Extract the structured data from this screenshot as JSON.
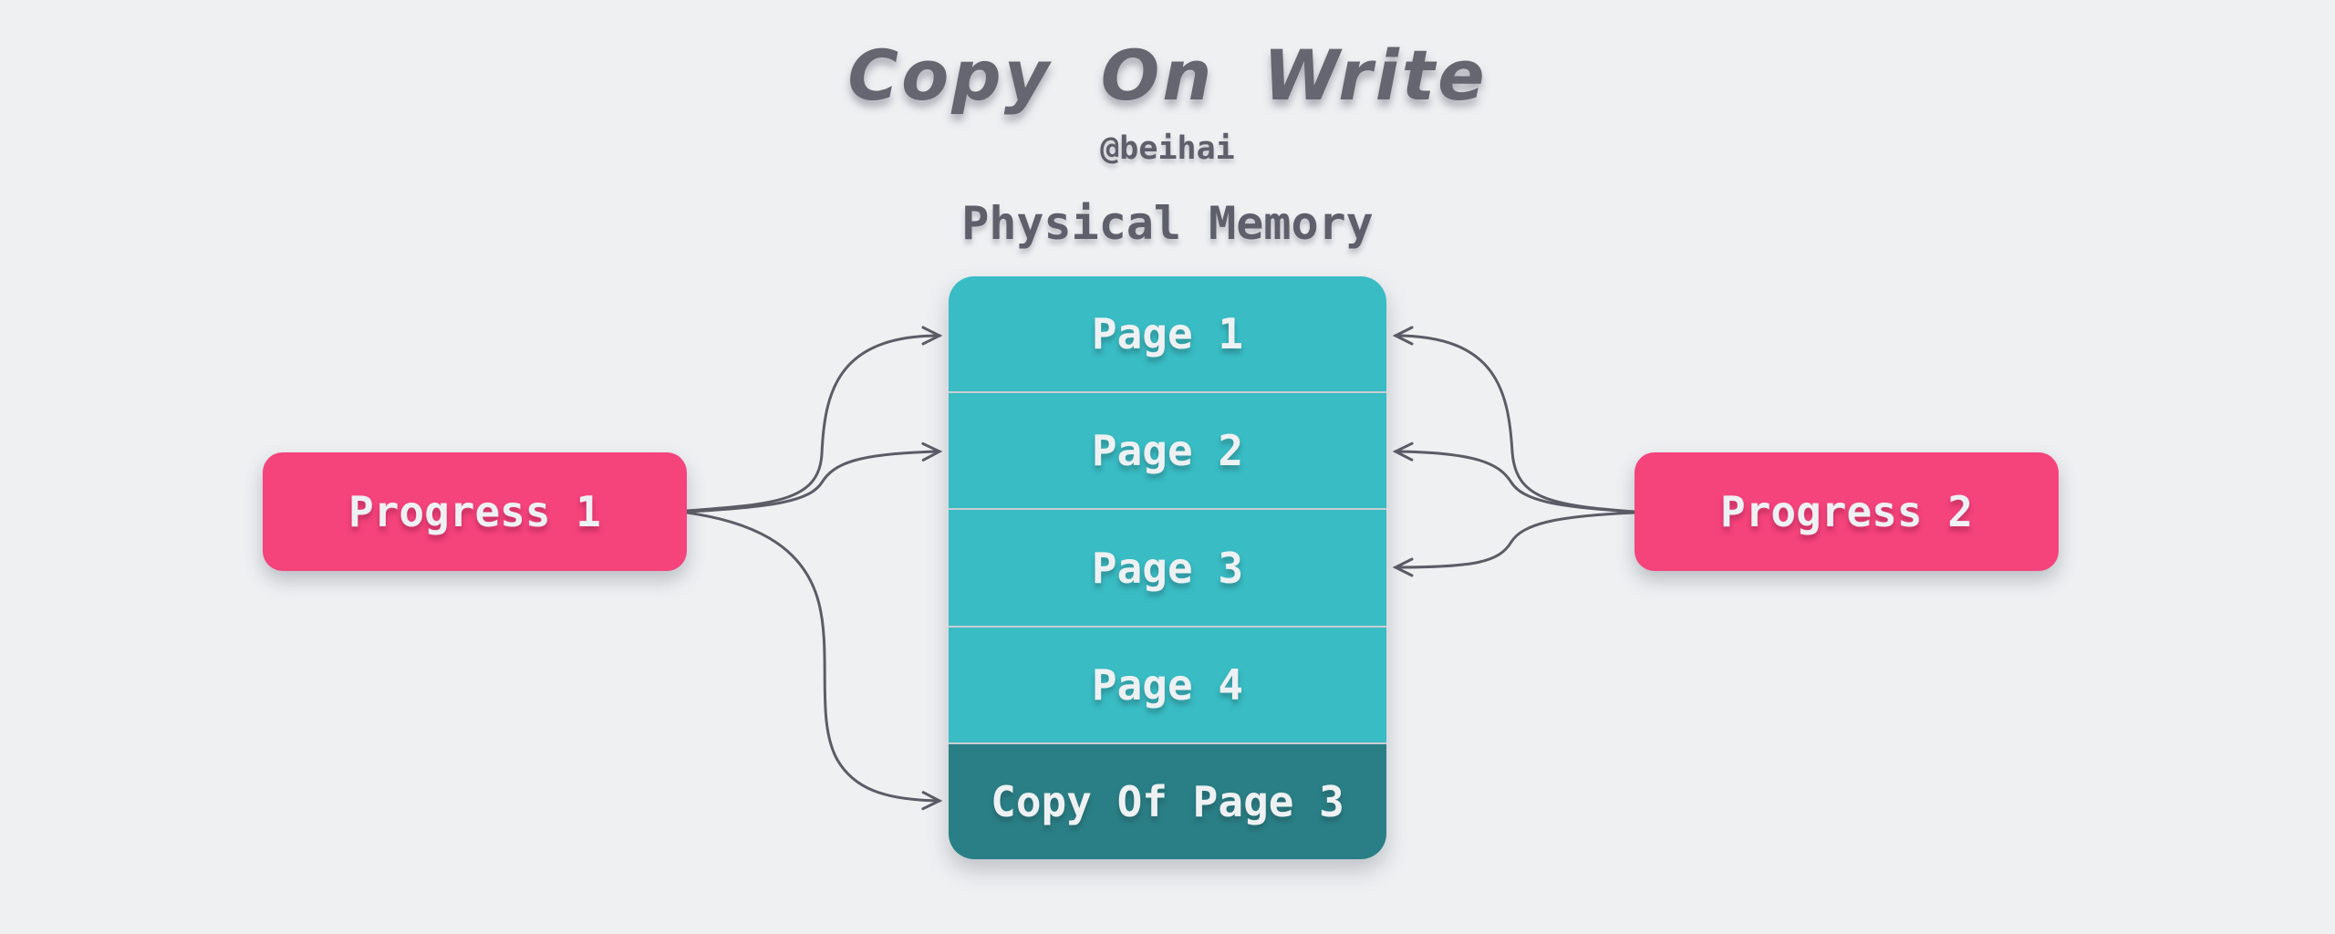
{
  "title": "Copy On Write",
  "author": "@beihai",
  "memory": {
    "label": "Physical Memory",
    "pages": [
      {
        "label": "Page 1"
      },
      {
        "label": "Page 2"
      },
      {
        "label": "Page 3"
      },
      {
        "label": "Page 4"
      },
      {
        "label": "Copy Of Page 3",
        "highlighted": true
      }
    ]
  },
  "processes": [
    {
      "label": "Progress 1",
      "side": "left"
    },
    {
      "label": "Progress 2",
      "side": "right"
    }
  ],
  "connections": [
    {
      "from": "Progress 1",
      "to": "Page 1"
    },
    {
      "from": "Progress 1",
      "to": "Page 2"
    },
    {
      "from": "Progress 1",
      "to": "Copy Of Page 3"
    },
    {
      "from": "Progress 2",
      "to": "Page 1"
    },
    {
      "from": "Progress 2",
      "to": "Page 2"
    },
    {
      "from": "Progress 2",
      "to": "Page 3"
    }
  ],
  "colors": {
    "background": "#eef0f2",
    "page_fill": "#39bcc4",
    "page_copy_fill": "#2a7f86",
    "process_fill": "#f5437c",
    "separator": "#c9cdd2",
    "label_text": "#eef1f3",
    "heading_text": "#5d5f6a",
    "title_text": "#65666f",
    "arrow": "#5c5c66"
  }
}
